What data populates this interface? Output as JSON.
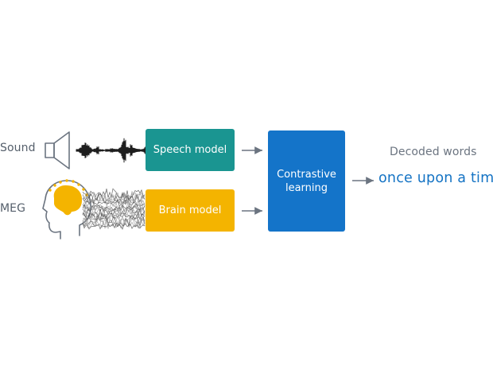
{
  "inputs": {
    "sound_label": "Sound",
    "meg_label": "MEG"
  },
  "models": {
    "speech": "Speech model",
    "brain": "Brain model"
  },
  "contrastive": {
    "line1": "Contrastive",
    "line2": "learning"
  },
  "output": {
    "title": "Decoded words",
    "text": "once upon a time"
  },
  "colors": {
    "speech_box": "#1a9591",
    "brain_box": "#f4b400",
    "contrastive_box": "#1474c9",
    "decoded_text": "#1473c4",
    "label_gray": "#555f6b"
  },
  "icons": [
    "speaker-icon",
    "head-brain-icon",
    "audio-waveform",
    "meg-signals",
    "arrow-right-icon"
  ]
}
